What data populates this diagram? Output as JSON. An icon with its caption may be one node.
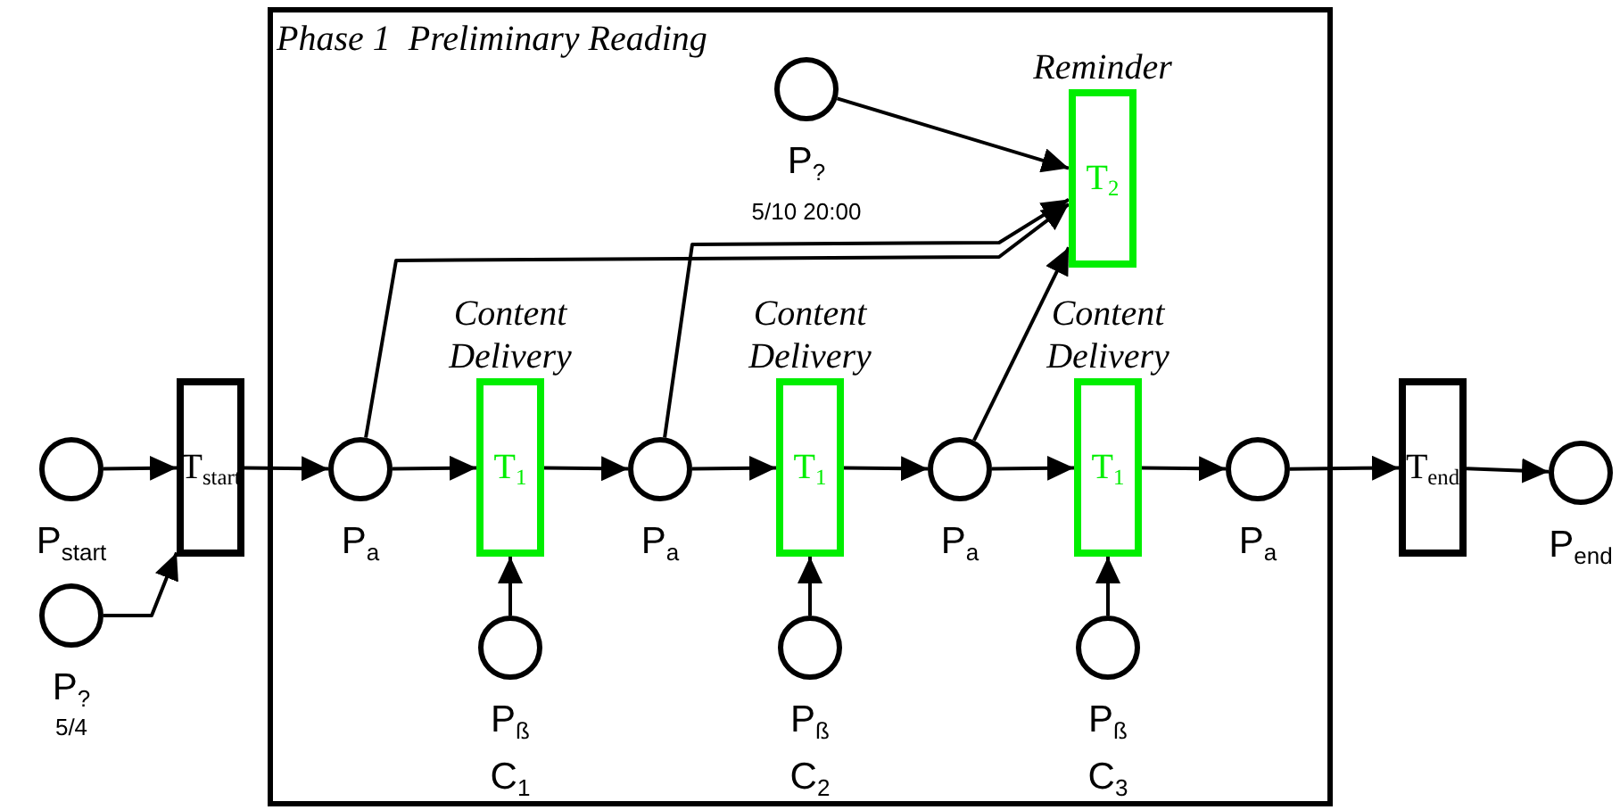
{
  "diagram": {
    "nodes": [
      {
        "text": [
          "Phase 1  Preliminary Reading"
        ]
      },
      {
        "text": [],
        "shape": "circle",
        "beside": [
          "P$_{start}$"
        ]
      },
      {
        "text": [],
        "shape": "circle",
        "beside": [
          "P$_{?}$",
          "5/4"
        ]
      },
      {
        "text": [
          "T$_{start}$"
        ]
      },
      {
        "text": [],
        "shape": "circle",
        "beside": [
          "P$_{a}$"
        ],
        "in": 0
      },
      {
        "text": [
          "Content Delivery",
          "T$_{1}$"
        ],
        "in": 0
      },
      {
        "text": [],
        "shape": "circle",
        "beside": [
          "P$_{ß}$",
          "C$_{1}$"
        ],
        "in": 0
      },
      {
        "text": [],
        "shape": "circle",
        "beside": [
          "P$_{a}$"
        ],
        "in": 0
      },
      {
        "text": [
          "Content Delivery",
          "T$_{1}$"
        ],
        "in": 0
      },
      {
        "text": [],
        "shape": "circle",
        "beside": [
          "P$_{ß}$",
          "C$_{2}$"
        ],
        "in": 0
      },
      {
        "text": [],
        "shape": "circle",
        "beside": [
          "P$_{a}$"
        ],
        "in": 0
      },
      {
        "text": [
          "Content Delivery",
          "T$_{1}$"
        ],
        "in": 0
      },
      {
        "text": [],
        "shape": "circle",
        "beside": [
          "P$_{ß}$",
          "C$_{3}$"
        ],
        "in": 0
      },
      {
        "text": [],
        "shape": "circle",
        "beside": [
          "P$_{a}$"
        ],
        "in": 0
      },
      {
        "text": [
          "T$_{end}$"
        ]
      },
      {
        "text": [],
        "shape": "circle",
        "beside": [
          "P$_{end}$"
        ]
      },
      {
        "text": [],
        "shape": "circle",
        "beside": [
          "P$_{?}$",
          "5/10 20:00"
        ],
        "in": 0
      },
      {
        "text": [
          "Reminder",
          "T$_{2}$"
        ],
        "in": 0
      }
    ],
    "edges": [
      {
        "from": 1,
        "to": 3,
        "arrow": "to"
      },
      {
        "from": 2,
        "to": 3,
        "arrow": "to"
      },
      {
        "from": 3,
        "to": 4,
        "arrow": "to"
      },
      {
        "from": 4,
        "to": 5,
        "arrow": "to"
      },
      {
        "from": 6,
        "to": 5,
        "arrow": "to"
      },
      {
        "from": 5,
        "to": 7,
        "arrow": "to"
      },
      {
        "from": 7,
        "to": 8,
        "arrow": "to"
      },
      {
        "from": 9,
        "to": 8,
        "arrow": "to"
      },
      {
        "from": 8,
        "to": 10,
        "arrow": "to"
      },
      {
        "from": 10,
        "to": 11,
        "arrow": "to"
      },
      {
        "from": 12,
        "to": 11,
        "arrow": "to"
      },
      {
        "from": 11,
        "to": 13,
        "arrow": "to"
      },
      {
        "from": 13,
        "to": 14,
        "arrow": "to"
      },
      {
        "from": 14,
        "to": 15,
        "arrow": "to"
      },
      {
        "from": 16,
        "to": 17,
        "arrow": "to"
      },
      {
        "from": 4,
        "to": 17,
        "arrow": "to"
      },
      {
        "from": 7,
        "to": 17,
        "arrow": "to"
      },
      {
        "from": 10,
        "to": 17,
        "arrow": "to"
      }
    ]
  }
}
